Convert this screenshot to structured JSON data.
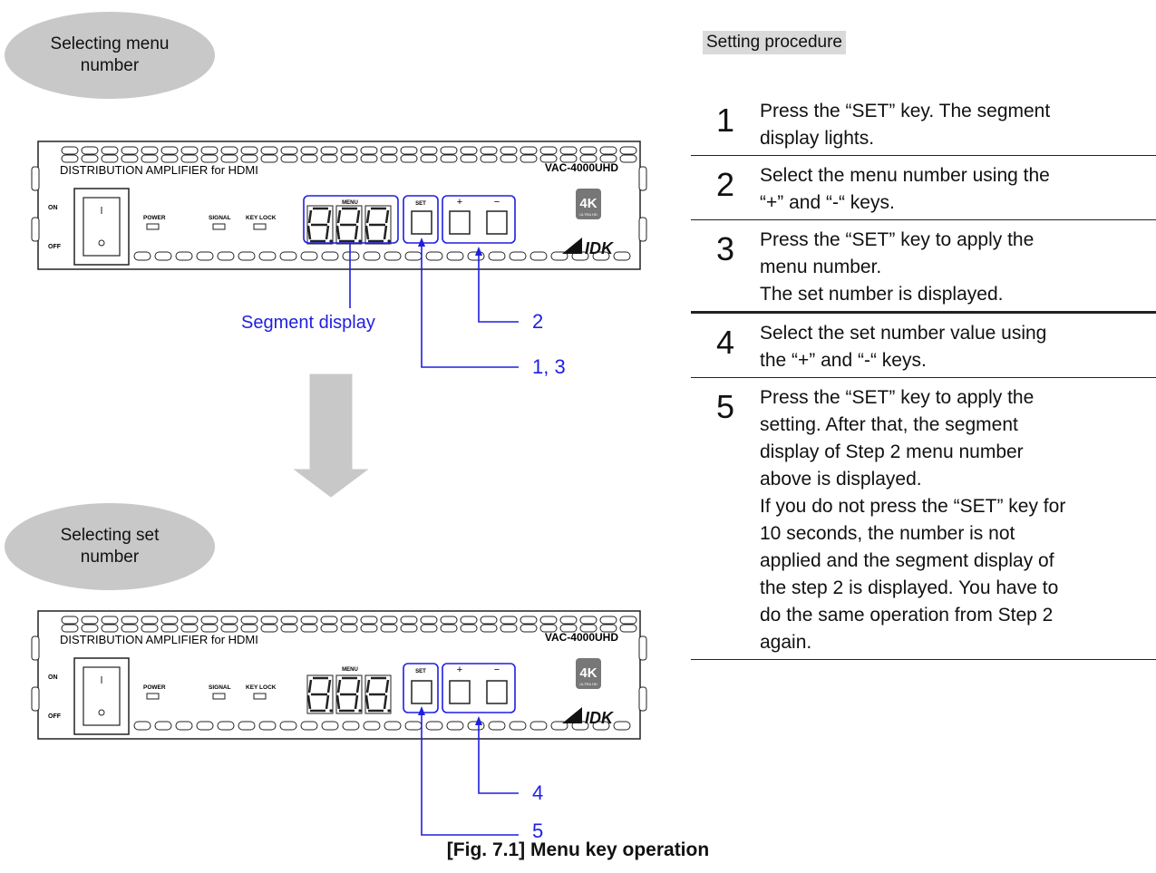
{
  "left_panel": {
    "oval_top": "Selecting menu\nnumber",
    "oval_bottom": "Selecting set\nnumber",
    "device": {
      "title": "DISTRIBUTION AMPLIFIER for HDMI",
      "model": "VAC-4000UHD",
      "power_on": "ON",
      "power_off": "OFF",
      "led_power": "POWER",
      "led_signal": "SIGNAL",
      "led_keylock": "KEY LOCK",
      "menu_label": "MENU",
      "set_label": "SET",
      "plus_label": "+",
      "minus_label": "−",
      "logo_4k": "4K",
      "logo_4k_sub": "ULTRA HD",
      "brand": "IDK"
    },
    "callouts": {
      "segment_display": "Segment display",
      "c2": "2",
      "c13": "1, 3",
      "c4": "4",
      "c5": "5"
    }
  },
  "procedure": {
    "title": "Setting procedure",
    "steps": [
      {
        "num": "1",
        "text": "Press the “SET” key. The segment\ndisplay lights."
      },
      {
        "num": "2",
        "text": "Select the menu number using the\n“+” and “-“ keys."
      },
      {
        "num": "3",
        "text": "Press the “SET” key to apply the\nmenu number.\nThe set number is displayed."
      },
      {
        "num": "4",
        "text": "Select the set number value using\nthe “+” and “-“ keys."
      },
      {
        "num": "5",
        "text": "Press the “SET” key to apply the\nsetting. After that, the segment\ndisplay of Step 2 menu number\nabove is displayed.\nIf you do not press the “SET” key for\n10 seconds, the number is not\napplied and the segment display of\nthe step 2 is displayed. You have to\ndo the same operation from Step 2\nagain."
      }
    ]
  },
  "caption": "[Fig. 7.1] Menu key operation",
  "colors": {
    "callout": "#1f1fe0",
    "oval": "#c8c8c8"
  }
}
